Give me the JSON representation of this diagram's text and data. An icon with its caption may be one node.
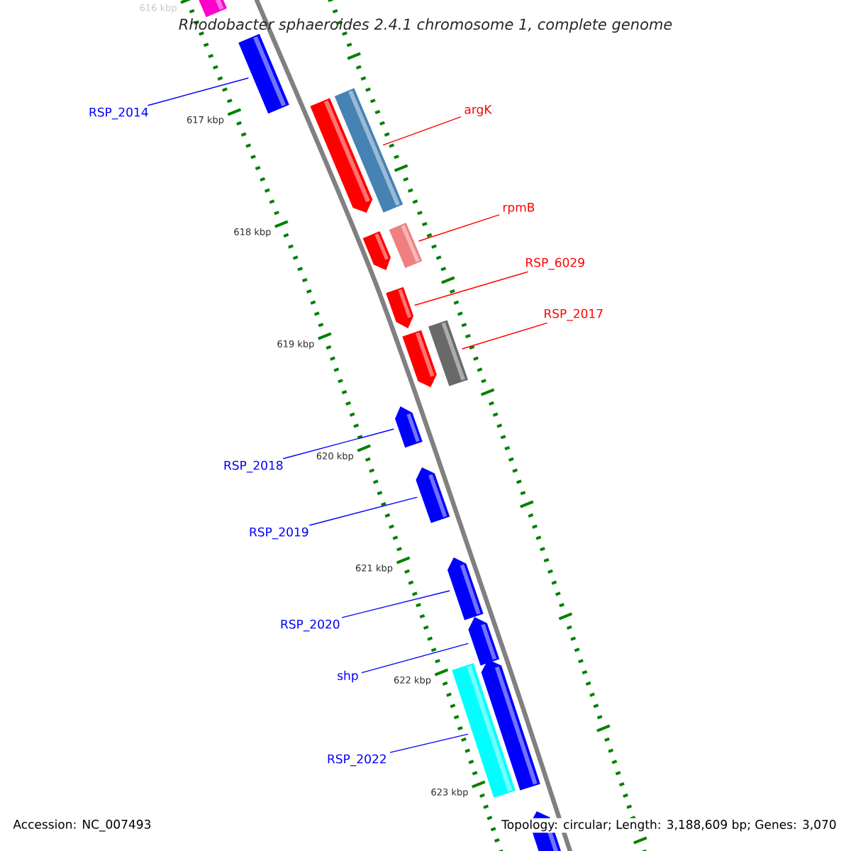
{
  "diagram": {
    "title": "Rhodobacter sphaeroides 2.4.1 chromosome 1, complete genome",
    "nodes": [
      {
        "text": [
          "RSP_2014"
        ]
      },
      {
        "text": [
          "argK"
        ]
      },
      {
        "text": [
          "rpmB"
        ]
      },
      {
        "text": [
          "RSP_6029"
        ]
      },
      {
        "text": [
          "RSP_2017"
        ]
      },
      {
        "text": [
          "RSP_2018"
        ]
      },
      {
        "text": [
          "RSP_2019"
        ]
      },
      {
        "text": [
          "RSP_2020"
        ]
      },
      {
        "text": [
          "shp"
        ]
      },
      {
        "text": [
          "RSP_2022"
        ]
      },
      {
        "text": [],
        "shape": "bar"
      },
      {
        "text": [],
        "shape": "bar"
      },
      {
        "text": [],
        "shape": "bar"
      },
      {
        "text": [],
        "shape": "bar"
      },
      {
        "text": [],
        "shape": "bar"
      },
      {
        "text": [],
        "shape": "bar"
      },
      {
        "text": [],
        "shape": "bar"
      },
      {
        "text": [],
        "shape": "bar"
      },
      {
        "text": [],
        "shape": "bar"
      },
      {
        "text": [],
        "shape": "bar"
      },
      {
        "text": [],
        "shape": "bar"
      },
      {
        "text": [],
        "shape": "bar"
      },
      {
        "text": [],
        "shape": "bar"
      },
      {
        "text": [],
        "shape": "bar"
      },
      {
        "text": [],
        "shape": "bar"
      },
      {
        "text": [],
        "shape": "bar"
      }
    ],
    "edges": [
      {
        "from": 0,
        "to": 11,
        "arrow": "none"
      },
      {
        "from": 1,
        "to": 13,
        "arrow": "none",
        "color": "#ff0000"
      },
      {
        "from": 2,
        "to": 15,
        "arrow": "none",
        "color": "#ff0000"
      },
      {
        "from": 3,
        "to": 16,
        "arrow": "none",
        "color": "#ff0000"
      },
      {
        "from": 4,
        "to": 18,
        "arrow": "none",
        "color": "#ff0000"
      },
      {
        "from": 5,
        "to": 19,
        "arrow": "none"
      },
      {
        "from": 6,
        "to": 20,
        "arrow": "none"
      },
      {
        "from": 7,
        "to": 21,
        "arrow": "none"
      },
      {
        "from": 8,
        "to": 22,
        "arrow": "none"
      },
      {
        "from": 9,
        "to": 24,
        "arrow": "none"
      }
    ],
    "labels": [
      "616 kbp",
      "617 kbp",
      "618 kbp",
      "619 kbp",
      "620 kbp",
      "621 kbp",
      "622 kbp",
      "623 kbp",
      "Accession: NC_007493",
      "Topology: circular; Length: 3,188,609 bp; Genes: 3,070"
    ]
  }
}
